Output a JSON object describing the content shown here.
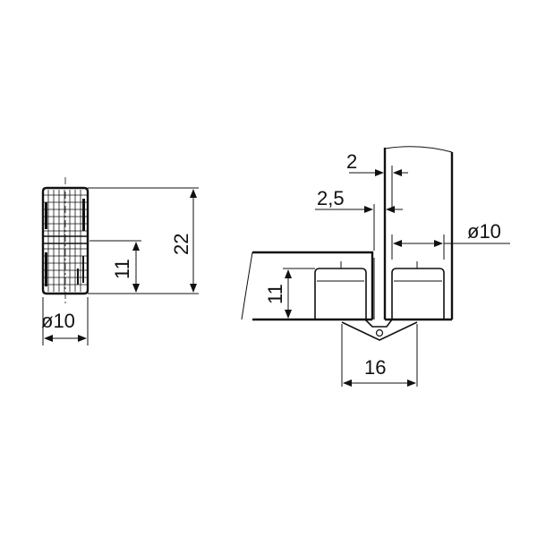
{
  "dimensions": {
    "plug_diameter": "ø10",
    "plug_length": "22",
    "plug_half": "11",
    "gap_2": "2",
    "gap_2_5": "2,5",
    "bore_diameter": "ø10",
    "bore_depth": "11",
    "connector_width": "16"
  },
  "colors": {
    "line": "#111111",
    "background": "#ffffff"
  }
}
